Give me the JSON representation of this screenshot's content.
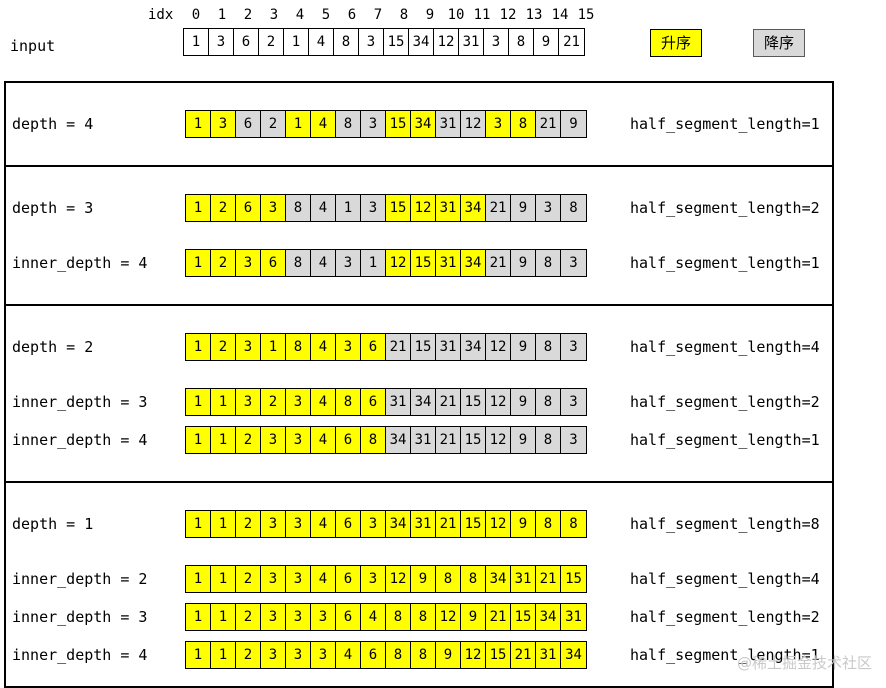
{
  "header": {
    "idx_label": "idx",
    "indices": [
      "0",
      "1",
      "2",
      "3",
      "4",
      "5",
      "6",
      "7",
      "8",
      "9",
      "10",
      "11",
      "12",
      "13",
      "14",
      "15"
    ],
    "input_label": "input",
    "input_values": [
      "1",
      "3",
      "6",
      "2",
      "1",
      "4",
      "8",
      "3",
      "15",
      "34",
      "12",
      "31",
      "3",
      "8",
      "9",
      "21"
    ],
    "buttons": {
      "ascending": "升序",
      "descending": "降序"
    }
  },
  "colors": {
    "highlight": "#ffff00",
    "inactive": "#d9d9d9",
    "plain": "#ffffff",
    "border": "#000000"
  },
  "watermark": "@稀土掘金技术社区",
  "sections": [
    {
      "id": "depth-4",
      "rows": [
        {
          "label": "depth = 4",
          "note": "half_segment_length=1",
          "values": [
            "1",
            "3",
            "6",
            "2",
            "1",
            "4",
            "8",
            "3",
            "15",
            "34",
            "31",
            "12",
            "3",
            "8",
            "21",
            "9"
          ],
          "styles": [
            "hl",
            "hl",
            "grey",
            "grey",
            "hl",
            "hl",
            "grey",
            "grey",
            "hl",
            "hl",
            "grey",
            "grey",
            "hl",
            "hl",
            "grey",
            "grey"
          ]
        }
      ]
    },
    {
      "id": "depth-3",
      "rows": [
        {
          "label": "depth = 3",
          "note": "half_segment_length=2",
          "values": [
            "1",
            "2",
            "6",
            "3",
            "8",
            "4",
            "1",
            "3",
            "15",
            "12",
            "31",
            "34",
            "21",
            "9",
            "3",
            "8"
          ],
          "styles": [
            "hl",
            "hl",
            "hl",
            "hl",
            "grey",
            "grey",
            "grey",
            "grey",
            "hl",
            "hl",
            "hl",
            "hl",
            "grey",
            "grey",
            "grey",
            "grey"
          ]
        },
        {
          "label": "inner_depth = 4",
          "note": "half_segment_length=1",
          "values": [
            "1",
            "2",
            "3",
            "6",
            "8",
            "4",
            "3",
            "1",
            "12",
            "15",
            "31",
            "34",
            "21",
            "9",
            "8",
            "3"
          ],
          "styles": [
            "hl",
            "hl",
            "hl",
            "hl",
            "grey",
            "grey",
            "grey",
            "grey",
            "hl",
            "hl",
            "hl",
            "hl",
            "grey",
            "grey",
            "grey",
            "grey"
          ]
        }
      ]
    },
    {
      "id": "depth-2",
      "rows": [
        {
          "label": "depth = 2",
          "note": "half_segment_length=4",
          "values": [
            "1",
            "2",
            "3",
            "1",
            "8",
            "4",
            "3",
            "6",
            "21",
            "15",
            "31",
            "34",
            "12",
            "9",
            "8",
            "3"
          ],
          "styles": [
            "hl",
            "hl",
            "hl",
            "hl",
            "hl",
            "hl",
            "hl",
            "hl",
            "grey",
            "grey",
            "grey",
            "grey",
            "grey",
            "grey",
            "grey",
            "grey"
          ]
        },
        {
          "label": "inner_depth = 3",
          "note": "half_segment_length=2",
          "values": [
            "1",
            "1",
            "3",
            "2",
            "3",
            "4",
            "8",
            "6",
            "31",
            "34",
            "21",
            "15",
            "12",
            "9",
            "8",
            "3"
          ],
          "styles": [
            "hl",
            "hl",
            "hl",
            "hl",
            "hl",
            "hl",
            "hl",
            "hl",
            "grey",
            "grey",
            "grey",
            "grey",
            "grey",
            "grey",
            "grey",
            "grey"
          ]
        },
        {
          "label": "inner_depth = 4",
          "note": "half_segment_length=1",
          "values": [
            "1",
            "1",
            "2",
            "3",
            "3",
            "4",
            "6",
            "8",
            "34",
            "31",
            "21",
            "15",
            "12",
            "9",
            "8",
            "3"
          ],
          "styles": [
            "hl",
            "hl",
            "hl",
            "hl",
            "hl",
            "hl",
            "hl",
            "hl",
            "grey",
            "grey",
            "grey",
            "grey",
            "grey",
            "grey",
            "grey",
            "grey"
          ]
        }
      ]
    },
    {
      "id": "depth-1",
      "rows": [
        {
          "label": "depth = 1",
          "note": "half_segment_length=8",
          "values": [
            "1",
            "1",
            "2",
            "3",
            "3",
            "4",
            "6",
            "3",
            "34",
            "31",
            "21",
            "15",
            "12",
            "9",
            "8",
            "8"
          ],
          "styles": [
            "hl",
            "hl",
            "hl",
            "hl",
            "hl",
            "hl",
            "hl",
            "hl",
            "hl",
            "hl",
            "hl",
            "hl",
            "hl",
            "hl",
            "hl",
            "hl"
          ]
        },
        {
          "label": "inner_depth = 2",
          "note": "half_segment_length=4",
          "values": [
            "1",
            "1",
            "2",
            "3",
            "3",
            "4",
            "6",
            "3",
            "12",
            "9",
            "8",
            "8",
            "34",
            "31",
            "21",
            "15"
          ],
          "styles": [
            "hl",
            "hl",
            "hl",
            "hl",
            "hl",
            "hl",
            "hl",
            "hl",
            "hl",
            "hl",
            "hl",
            "hl",
            "hl",
            "hl",
            "hl",
            "hl"
          ]
        },
        {
          "label": "inner_depth = 3",
          "note": "half_segment_length=2",
          "values": [
            "1",
            "1",
            "2",
            "3",
            "3",
            "3",
            "6",
            "4",
            "8",
            "8",
            "12",
            "9",
            "21",
            "15",
            "34",
            "31"
          ],
          "styles": [
            "hl",
            "hl",
            "hl",
            "hl",
            "hl",
            "hl",
            "hl",
            "hl",
            "hl",
            "hl",
            "hl",
            "hl",
            "hl",
            "hl",
            "hl",
            "hl"
          ]
        },
        {
          "label": "inner_depth = 4",
          "note": "half_segment_length=1",
          "values": [
            "1",
            "1",
            "2",
            "3",
            "3",
            "3",
            "4",
            "6",
            "8",
            "8",
            "9",
            "12",
            "15",
            "21",
            "31",
            "34"
          ],
          "styles": [
            "hl",
            "hl",
            "hl",
            "hl",
            "hl",
            "hl",
            "hl",
            "hl",
            "hl",
            "hl",
            "hl",
            "hl",
            "hl",
            "hl",
            "hl",
            "hl"
          ]
        }
      ]
    }
  ]
}
